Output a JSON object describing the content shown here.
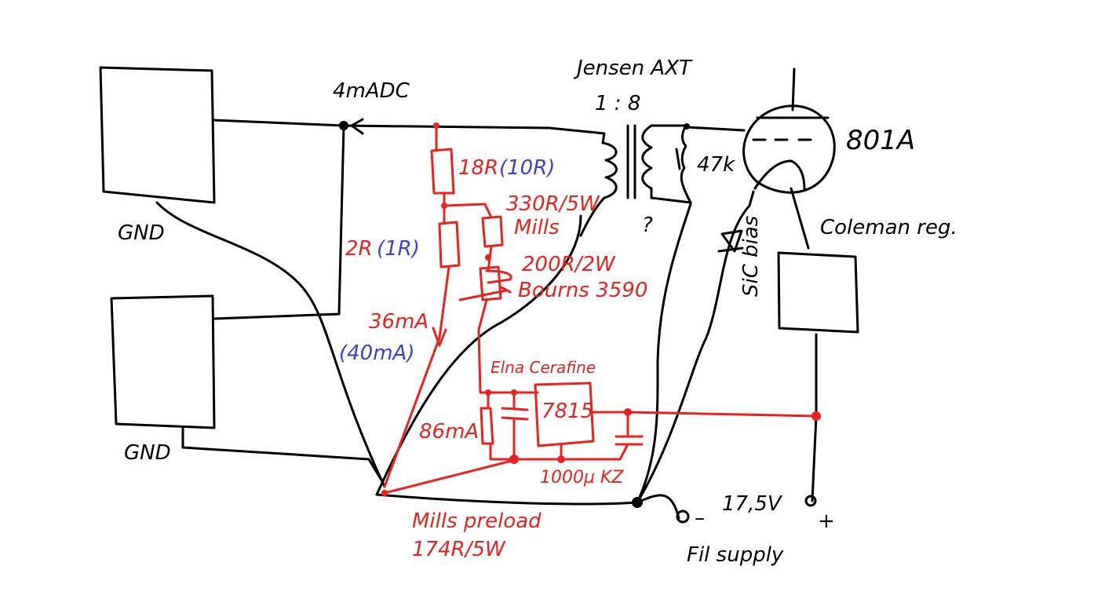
{
  "colors": {
    "ink": "#000000",
    "red": "#e8231f",
    "blue": "#3a3fd6"
  },
  "labels": {
    "gnd_top": "GND",
    "gnd_bottom": "GND",
    "current_4ma": "4mADC",
    "transformer_name": "Jensen AXT",
    "transformer_ratio": "1 : 8",
    "tube": "801A",
    "r47k": "47k",
    "sic_bias": "SiC bias",
    "coleman_reg": "Coleman reg.",
    "qmark": "?",
    "r18": "18R",
    "r18_alt": "(10R)",
    "r330": "330R/5W",
    "mills_1": "Mills",
    "r2": "2R",
    "r2_alt": "(1R)",
    "r200": "200R/2W",
    "bourns": "Bourns 3590",
    "i36": "36mA",
    "i40": "(40mA)",
    "elna": "Elna Cerafine",
    "reg7815": "7815",
    "i86": "86mA",
    "cap1000": "1000µ KZ",
    "mills_preload_1": "Mills preload",
    "mills_preload_2": "174R/5W",
    "v175": "17,5V",
    "minus": "–",
    "plus": "+",
    "fil_supply": "Fil supply"
  }
}
